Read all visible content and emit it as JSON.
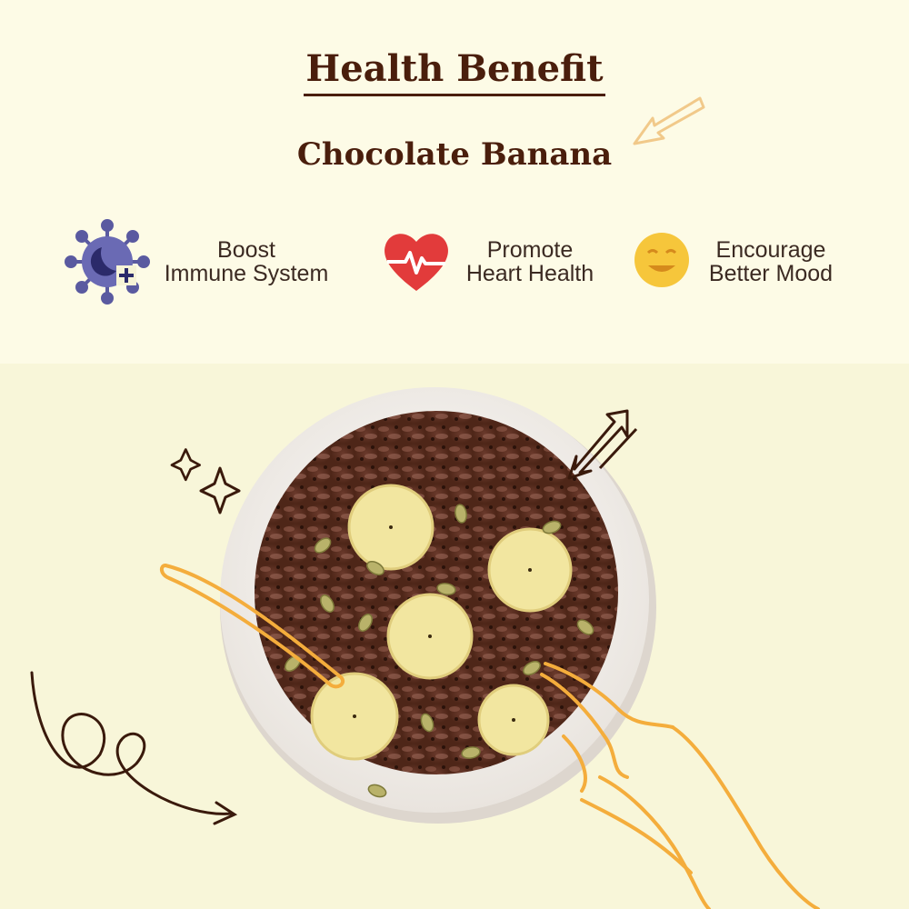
{
  "header": {
    "title": "Health Benefit",
    "subtitle": "Chocolate Banana"
  },
  "benefits": [
    {
      "icon": "virus-shield-icon",
      "line1": "Boost",
      "line2": "Immune System"
    },
    {
      "icon": "heart-pulse-icon",
      "line1": "Promote",
      "line2": "Heart Health"
    },
    {
      "icon": "smiley-face-icon",
      "line1": "Encourage",
      "line2": "Better Mood"
    }
  ],
  "colors": {
    "brand_brown": "#4a1e0c",
    "bg_top": "#fdfbe6",
    "bg_bottom": "#f8f6d9",
    "accent_orange": "#f4ad3c",
    "icon_purple": "#5a5aa0",
    "heart_red": "#e23b3b",
    "smile_yellow": "#f6c63b"
  }
}
